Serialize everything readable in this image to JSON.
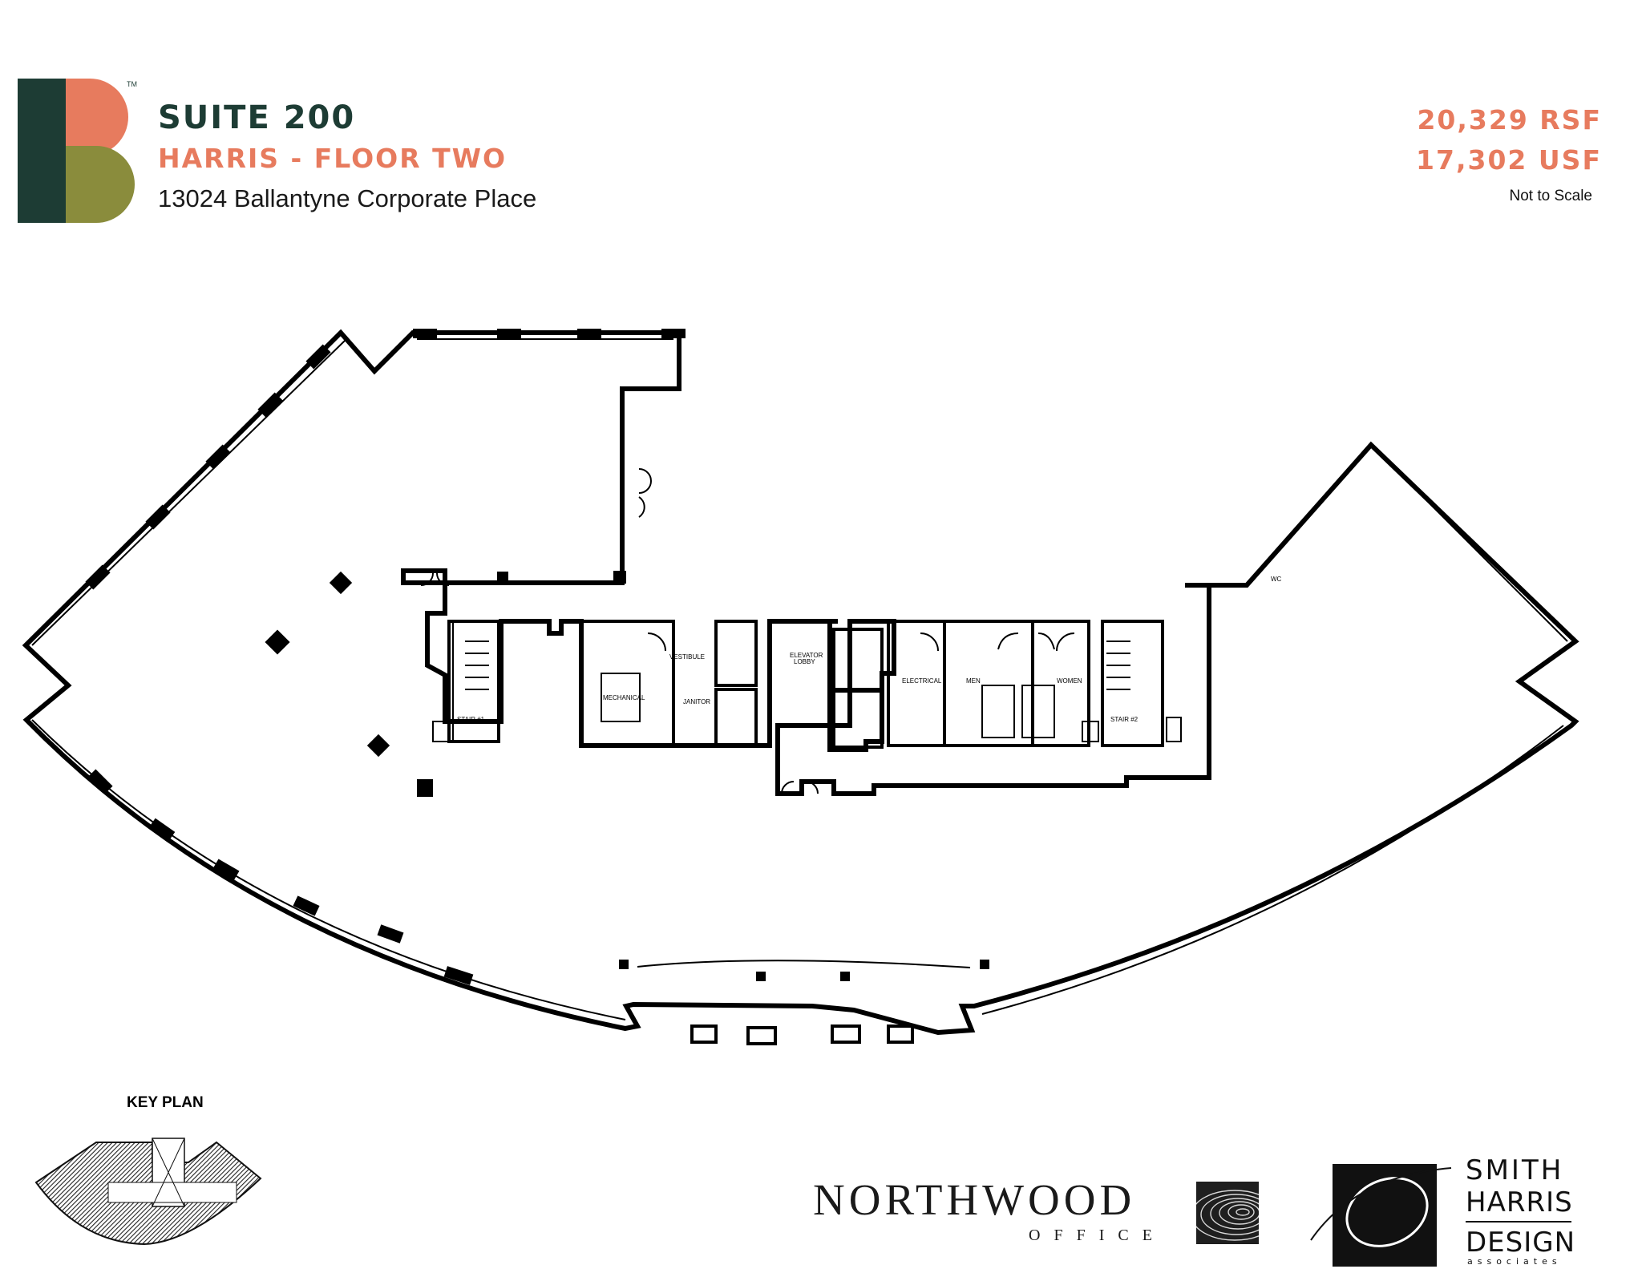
{
  "header": {
    "title": "SUITE 200",
    "subtitle": "HARRIS - FLOOR TWO",
    "address": "13024 Ballantyne Corporate Place",
    "rsf": "20,329 RSF",
    "usf": "17,302 USF",
    "scale_note": "Not to Scale",
    "trademark": "TM"
  },
  "colors": {
    "brand_dark_green": "#1d3c34",
    "brand_coral": "#e77b5e",
    "brand_olive": "#8a8c3c",
    "line": "#000000"
  },
  "floor_plan": {
    "rooms": {
      "stair1": "STAIR #1",
      "mechanical": "MECHANICAL",
      "vestibule": "VESTIBULE",
      "janitor": "JANITOR",
      "elevator_lobby_1": "ELEVATOR",
      "elevator_lobby_2": "LOBBY",
      "electrical": "ELECTRICAL",
      "men": "MEN",
      "women": "WOMEN",
      "stair2": "STAIR #2",
      "wc": "WC"
    }
  },
  "key_plan": {
    "label": "KEY PLAN"
  },
  "branding": {
    "northwood": "NORTHWOOD",
    "northwood_sub": "OFFICE",
    "smith": "SMITH",
    "harris": "HARRIS",
    "design": "DESIGN",
    "associates": "associates"
  }
}
